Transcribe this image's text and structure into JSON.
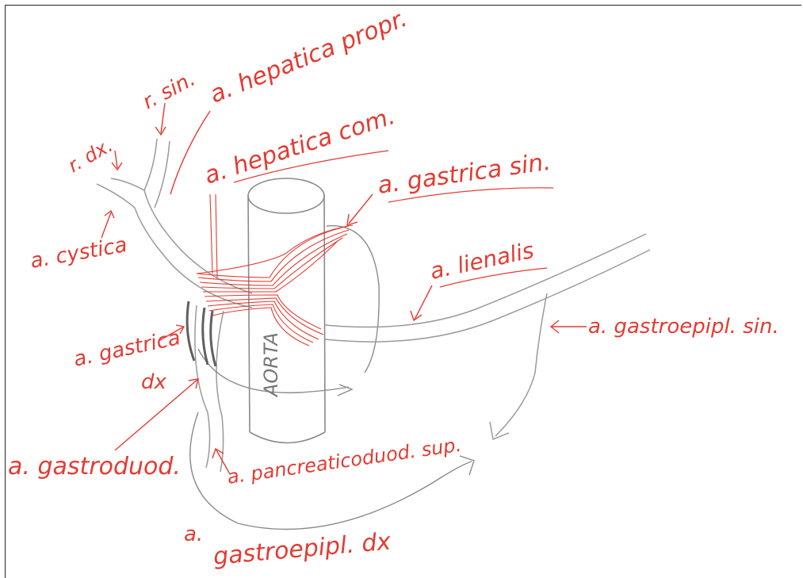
{
  "colors": {
    "ink_red": "#e33b32",
    "pencil_gray": "#8a8a8a",
    "paper": "#ffffff"
  },
  "labels": {
    "hepatica_propria": "a. hepatica propr.",
    "ramus_sinister": "r. sin.",
    "ramus_dexter": "r. dx.",
    "hepatica_communis": "a. hepatica com.",
    "cystica": "a. cystica",
    "gastrica_sinistra": "a. gastrica sin.",
    "lienalis": "a. lienalis",
    "gastroepiploica_sinistra": "a. gastroepipl. sin.",
    "gastrica_dextra_line1": "a. gastrica",
    "gastrica_dextra_line2": "dx",
    "aorta": "AORTA",
    "gastroduodenalis": "a. gastroduod.",
    "pancreaticoduodenalis_superior": "a. pancreaticoduod. sup.",
    "gastroepiploica_dextra_line1": "a.",
    "gastroepiploica_dextra_line2": "gastroepipl. dx"
  }
}
